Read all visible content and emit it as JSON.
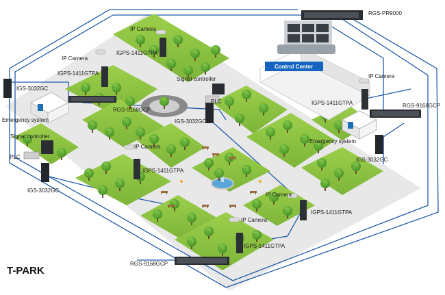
{
  "title": "T-PARK",
  "control_center_label": "Control Center",
  "labels": {
    "rgs_pr9000": "RGS-PR9000",
    "ip_camera_1": "IP Camera",
    "igps_1411_1": "IGPS-1411GTPA",
    "ip_camera_2": "IP Camera",
    "igps_1411_2": "IGPS-1411GTPA",
    "igs_3032_1": "IGS-3032GC",
    "signal_controller_1": "Signal controller",
    "plc_1": "PLC",
    "rgs_9168_1": "RGS-9168GCP",
    "emergency_1": "Emergency system",
    "igs_3032_2": "IGS-3032GC",
    "signal_controller_2": "Signal controller",
    "plc_2": "PLC",
    "igs_3032_3": "IGS-3032GC",
    "ip_camera_3": "IP Camera",
    "igps_1411_3": "IGPS-1411GTPA",
    "ip_camera_4": "IP Camera",
    "igps_1411_4": "IGPS-1411GTPA",
    "rgs_9168_2": "RGS-9168GCP",
    "emergency_2": "Emergency system",
    "igs_3032_4": "IGS-3032GC",
    "ip_camera_5": "IP Camera",
    "igps_1411_5": "IGPS-1411GTPA",
    "ip_camera_6": "IP Camera",
    "igps_1411_6": "IGPS-1411GTPA",
    "rgs_9168_3": "RGS-9168GCP"
  },
  "colors": {
    "link": "#1f5aa8",
    "grass": "#8fc63f",
    "grass_dark": "#6ea52f",
    "tree": "#4f9a2c",
    "tree_light": "#7cc143",
    "ground": "#e9e9e9",
    "path": "#f4f4f4",
    "control_center": "#1565c0"
  }
}
